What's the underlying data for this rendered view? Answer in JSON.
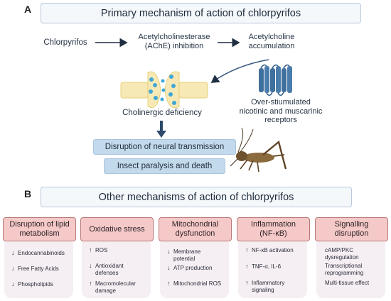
{
  "panel_a": {
    "letter": "A",
    "title": "Primary mechanism of action of chlorpyrifos",
    "chlorpyrifos": "Chlorpyrifos",
    "ache_line1": "Acetylcholinesterase",
    "ache_line2": "(AChE) inhibition",
    "ach_line1": "Acetylcholine",
    "ach_line2": "accumulation",
    "cholinergic": "Cholinergic deficiency",
    "receptors_line1": "Over-stiumulated",
    "receptors_line2": "nicotinic and muscarinic",
    "receptors_line3": "receptors",
    "disruption": "Disruption of neural transmission",
    "paralysis": "Insect paralysis and death"
  },
  "panel_b": {
    "letter": "B",
    "title": "Other mechanisms of action of chlorpyrifos",
    "categories": [
      {
        "header_line1": "Disruption of lipid",
        "header_line2": "metabolism",
        "items": [
          {
            "dir": "↓",
            "text": "Endocannabinoids"
          },
          {
            "dir": "↓",
            "text": "Free Fatty Acids"
          },
          {
            "dir": "↓",
            "text": "Phospholipids"
          }
        ]
      },
      {
        "header_line1": "Oxidative stress",
        "header_line2": "",
        "items": [
          {
            "dir": "↑",
            "text": "ROS"
          },
          {
            "dir": "↓",
            "text": "Antioxidant defenses"
          },
          {
            "dir": "↑",
            "text": "Macromolecular damage"
          }
        ]
      },
      {
        "header_line1": "Mitochondrial",
        "header_line2": "dysfunction",
        "items": [
          {
            "dir": "↓",
            "text": "Membrane potential"
          },
          {
            "dir": "↓",
            "text": "ATP production"
          },
          {
            "dir": "↑",
            "text": "Mitochondrial ROS"
          }
        ]
      },
      {
        "header_line1": "Inflammation",
        "header_line2": "(NF-κB)",
        "items": [
          {
            "dir": "↑",
            "text": "NF-κB activation"
          },
          {
            "dir": "↑",
            "text": "TNF-α, IL-6"
          },
          {
            "dir": "↑",
            "text": "Inflammatory signaling"
          }
        ]
      },
      {
        "header_line1": "Signalling",
        "header_line2": "disruption",
        "items": [
          {
            "dir": "",
            "text": "cAMP/PKC dysregulation"
          },
          {
            "dir": "",
            "text": "Transcriptional reprogramming"
          },
          {
            "dir": "",
            "text": "Multi-tissue effect"
          }
        ]
      }
    ]
  },
  "colors": {
    "title_border": "#b9c8da",
    "blue_box": "#c3d9ec",
    "header_pink": "#f4c9c8",
    "header_border": "#b87876",
    "category_bg": "#f5eff3",
    "arrow_dark": "#2e4a6b",
    "synapse_yellow": "#f7e9b5",
    "vesicle_blue": "#3fa7d6",
    "receptor_blue": "#3f6f9d"
  },
  "icons": [
    "synapse-icon",
    "receptor-icon",
    "cricket-icon"
  ]
}
